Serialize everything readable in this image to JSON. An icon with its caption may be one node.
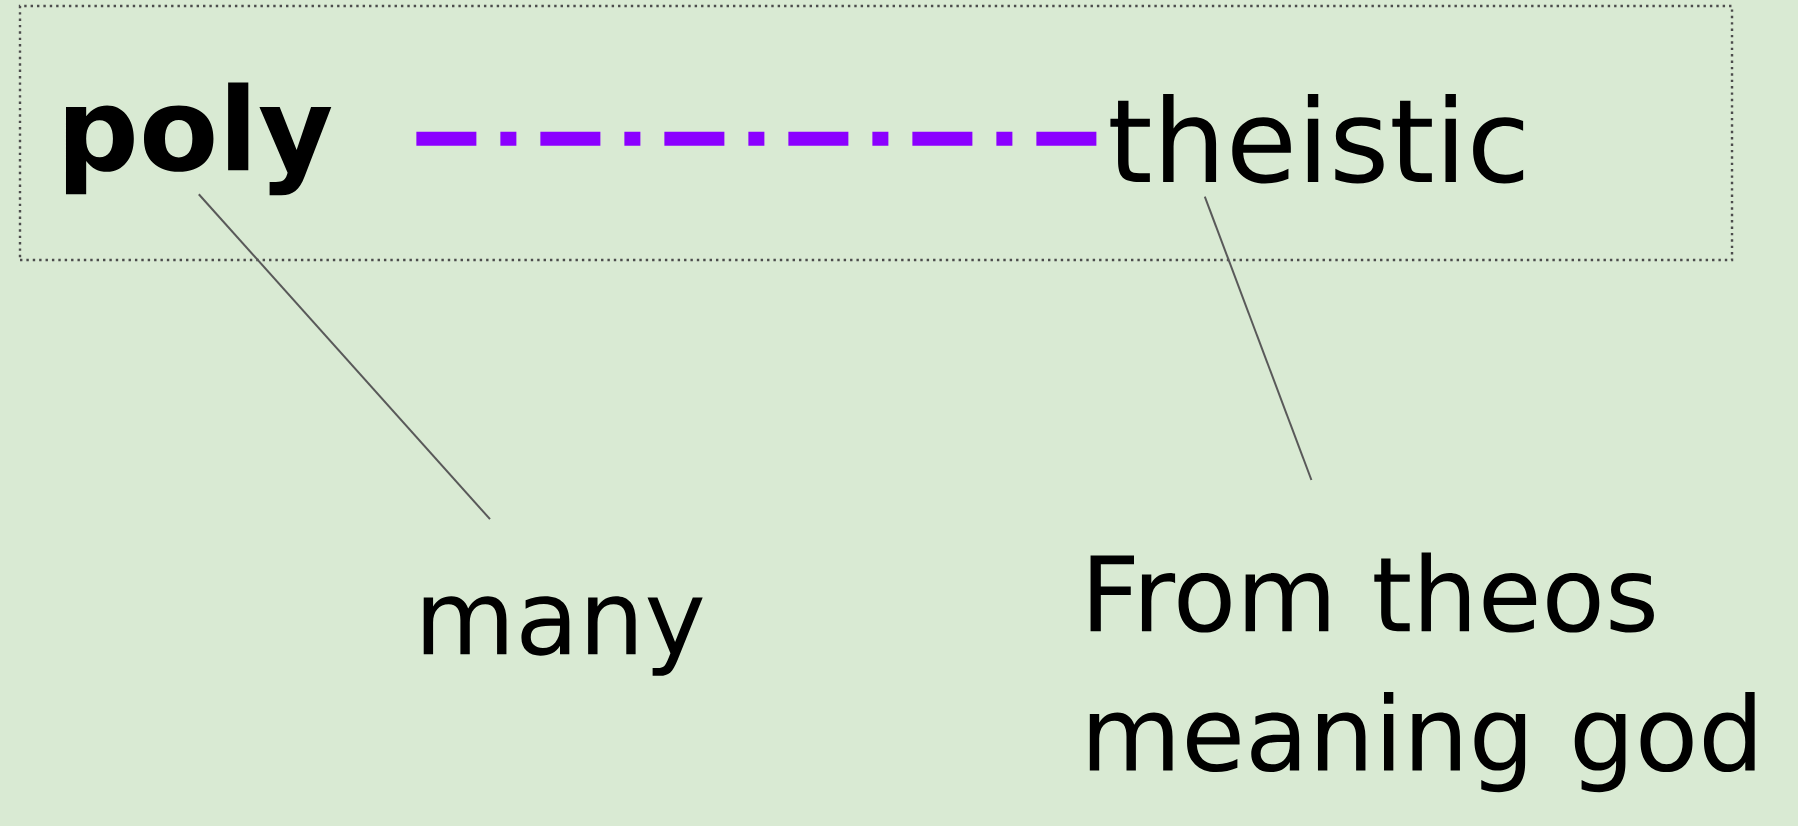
{
  "diagram": {
    "nodes": [
      {
        "text": [],
        "shape": "box"
      },
      {
        "text": [
          "poly"
        ],
        "in": 0
      },
      {
        "text": [
          "theistic"
        ],
        "in": 0
      },
      {
        "text": [
          "many"
        ]
      },
      {
        "text": [
          "From theos meaning god"
        ]
      }
    ],
    "edges": [
      {
        "from": 1,
        "to": 2,
        "arrow": "none",
        "style": "dashed",
        "color": "#8b00ff"
      },
      {
        "from": 1,
        "to": 3,
        "arrow": "none"
      },
      {
        "from": 2,
        "to": 4,
        "arrow": "none"
      }
    ]
  }
}
